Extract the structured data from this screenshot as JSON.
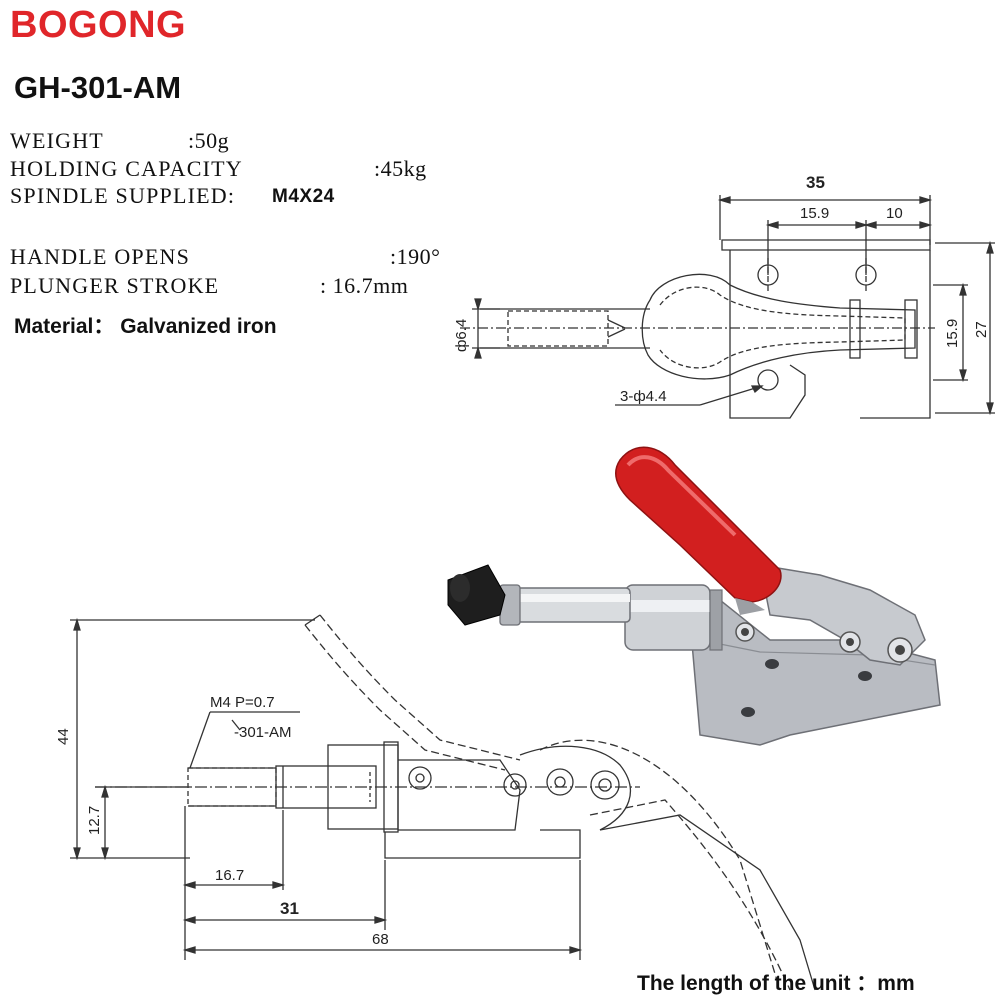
{
  "header": {
    "brand": "BOGONG",
    "model": "GH-301-AM"
  },
  "specs": [
    {
      "label": "WEIGHT",
      "value": ":50g"
    },
    {
      "label": "HOLDING CAPACITY",
      "value": ":45kg"
    },
    {
      "label": "SPINDLE SUPPLIED:",
      "value": "M4X24"
    },
    {
      "label": "HANDLE OPENS",
      "value": ":190°"
    },
    {
      "label": "PLUNGER STROKE",
      "value": ": 16.7mm"
    }
  ],
  "material": "Material： Galvanized iron",
  "top_drawing": {
    "dims": {
      "width": "35",
      "hole_spacing": "15.9",
      "offset": "10",
      "plunger_dia": "ф6.4",
      "height_inner": "15.9",
      "height_outer": "27",
      "holes": "3-ф4.4"
    }
  },
  "side_drawing": {
    "dims": {
      "height": "44",
      "spindle_height": "12.7",
      "stroke": "16.7",
      "length_a": "31",
      "length_total": "68",
      "thread": "M4 P=0.7",
      "model_ref": "-301-AM"
    }
  },
  "footer": {
    "unit_note": "The length of the unit  ：mm"
  },
  "colors": {
    "brand": "#e0262a",
    "handle_grip": "#d21f1f",
    "line": "#333333"
  }
}
